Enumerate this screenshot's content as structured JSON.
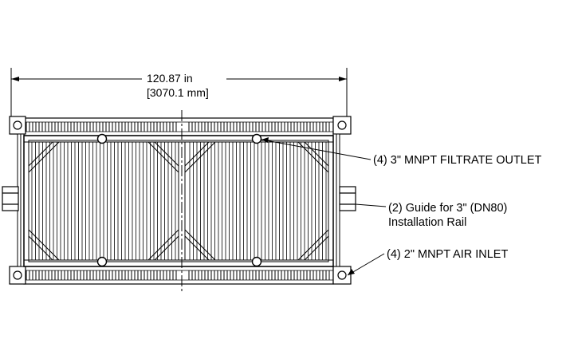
{
  "dimension": {
    "length_in": "120.87 in",
    "length_mm": "[3070.1 mm]"
  },
  "callouts": {
    "filtrate_outlet": "(4) 3\" MNPT FILTRATE OUTLET",
    "guide_line1": "(2) Guide for 3\" (DN80)",
    "guide_line2": "Installation Rail",
    "air_inlet": "(4) 2\" MNPT AIR INLET"
  },
  "colors": {
    "line": "#000000",
    "background": "#ffffff"
  }
}
